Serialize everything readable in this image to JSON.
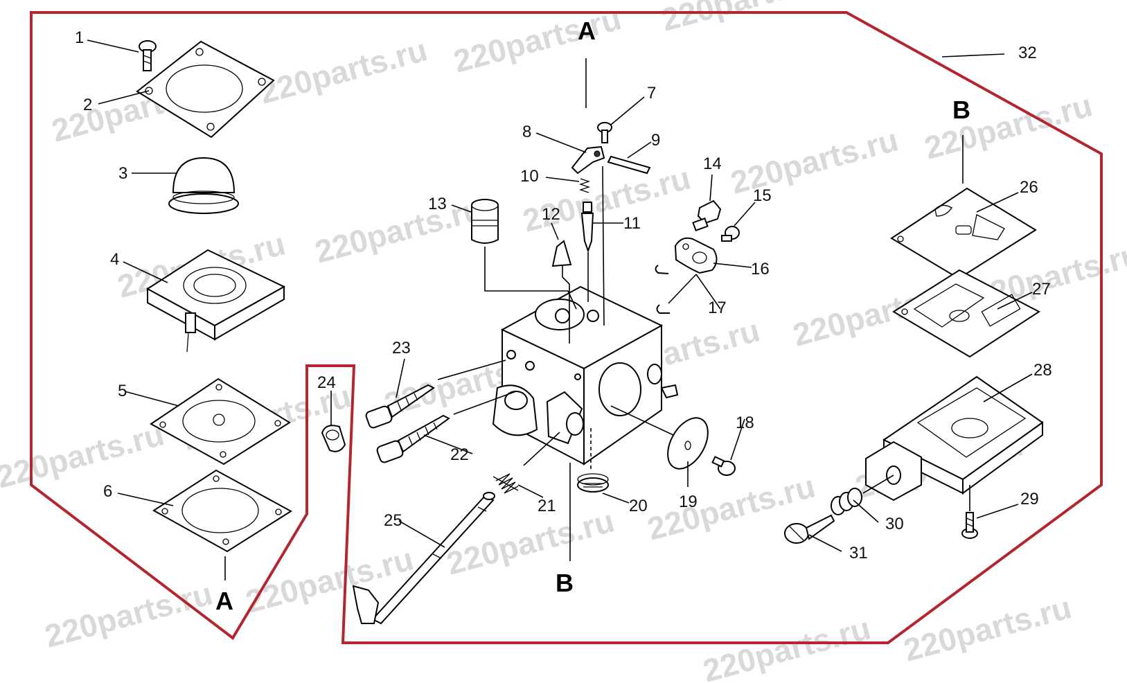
{
  "watermark": "220parts.ru",
  "letters": {
    "A_top": "A",
    "A_bottom": "A",
    "B_top": "B",
    "B_bottom": "B"
  },
  "callouts": [
    "1",
    "2",
    "3",
    "4",
    "5",
    "6",
    "7",
    "8",
    "9",
    "10",
    "11",
    "12",
    "13",
    "14",
    "15",
    "16",
    "17",
    "18",
    "19",
    "20",
    "21",
    "22",
    "23",
    "24",
    "25",
    "26",
    "27",
    "28",
    "29",
    "30",
    "31",
    "32"
  ],
  "colors": {
    "kit_outline": "#b3262e",
    "line": "#000000",
    "watermark": "#d9d9d9"
  }
}
